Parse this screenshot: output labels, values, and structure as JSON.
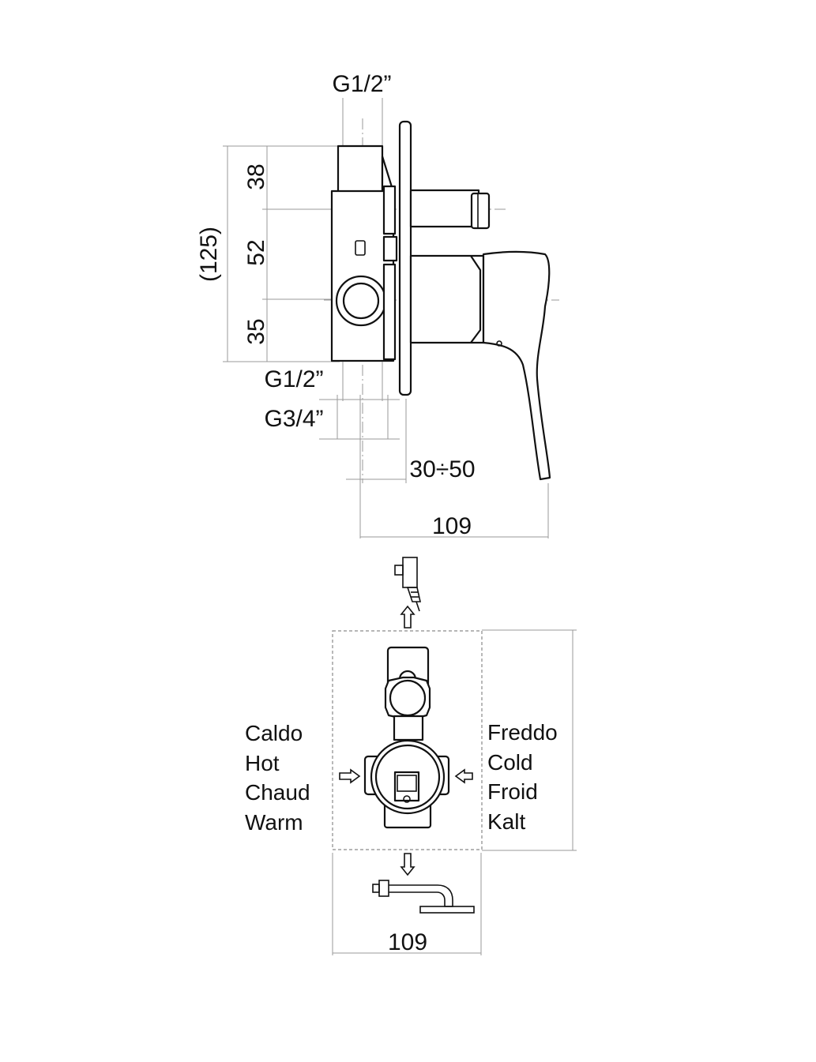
{
  "side_view": {
    "labels": {
      "top_thread": "G1/2”",
      "total_height": "(125)",
      "dim_upper": "38",
      "dim_middle": "52",
      "dim_lower": "35",
      "bottom_thread_small": "G1/2”",
      "bottom_thread_large": "G3/4”",
      "wall_depth": "30÷50",
      "overall_depth": "109"
    }
  },
  "plan_view": {
    "hot_labels": [
      "Caldo",
      "Hot",
      "Chaud",
      "Warm"
    ],
    "cold_labels": [
      "Freddo",
      "Cold",
      "Froid",
      "Kalt"
    ],
    "width": "109",
    "icons": {
      "top_outlet": "hand-shower-icon",
      "bottom_outlet": "shower-arm-icon",
      "flow_arrows": "arrow-icon"
    }
  }
}
